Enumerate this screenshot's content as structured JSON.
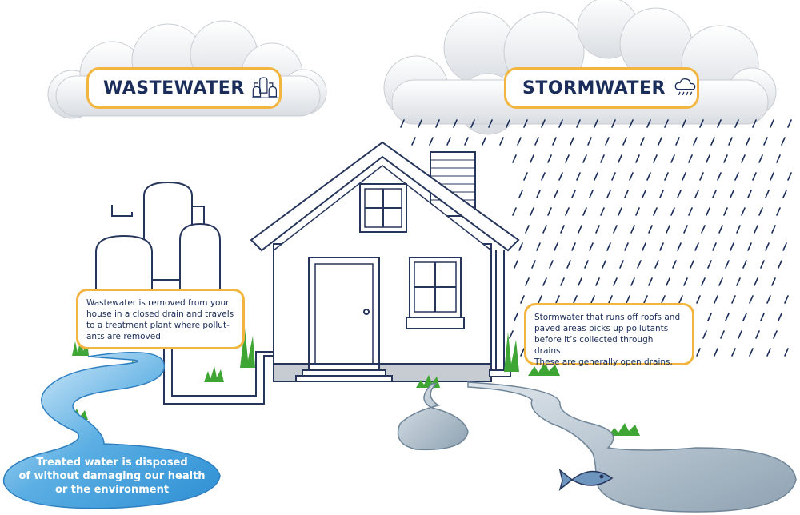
{
  "wastewater": {
    "title": "WASTEWATER",
    "icon": "treatment-plant-icon",
    "callout_lines": [
      "Wastewater is removed from your",
      "house in a closed drain and travels",
      "to a treatment plant where pollut-",
      "ants are removed."
    ]
  },
  "stormwater": {
    "title": "STORMWATER",
    "icon": "rain-cloud-icon",
    "callout_lines": [
      "Stormwater that runs off roofs and",
      "paved areas picks up pollutants",
      "before it’s collected through drains.",
      "These are generally open drains."
    ]
  },
  "river_label_lines": [
    "Treated water is disposed",
    "of without damaging our health",
    "or the environment"
  ],
  "colors": {
    "accent": "#f2b640",
    "navy": "#1b2d5a",
    "water": "#4aa3df",
    "dirty_water": "#8fa3b3",
    "outline": "#26355c"
  }
}
